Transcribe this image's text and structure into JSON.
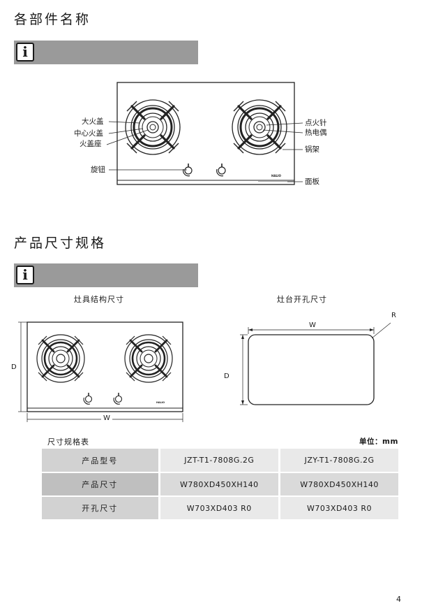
{
  "section1": {
    "title": "各部件名称"
  },
  "section2": {
    "title": "产品尺寸规格"
  },
  "info_icon": {
    "glyph": "i"
  },
  "labels": {
    "big_fire_cover": "大火盖",
    "center_fire_cover": "中心火盖",
    "fire_cover_seat": "火盖座",
    "knob": "旋钮",
    "igniter": "点火针",
    "thermocouple": "热电偶",
    "pot_rack": "锅架",
    "panel": "面板",
    "brand": "HALIO"
  },
  "dimensions": {
    "stove_caption": "灶具结构尺寸",
    "cutout_caption": "灶台开孔尺寸",
    "d_label": "D",
    "w_label": "W",
    "r_label": "R"
  },
  "spec_table": {
    "title": "尺寸规格表",
    "unit": "单位：mm",
    "rows": [
      {
        "label": "产品型号",
        "values": [
          "JZT-T1-7808G.2G",
          "JZY-T1-7808G.2G"
        ]
      },
      {
        "label": "产品尺寸",
        "values": [
          "W780XD450XH140",
          "W780XD450XH140"
        ]
      },
      {
        "label": "开孔尺寸",
        "values": [
          "W703XD403 R0",
          "W703XD403 R0"
        ]
      }
    ]
  },
  "page_number": "4",
  "colors": {
    "info_bar": "#9a9a9a",
    "table_header": "#d2d2d2",
    "table_cell": "#e9e9e9"
  }
}
